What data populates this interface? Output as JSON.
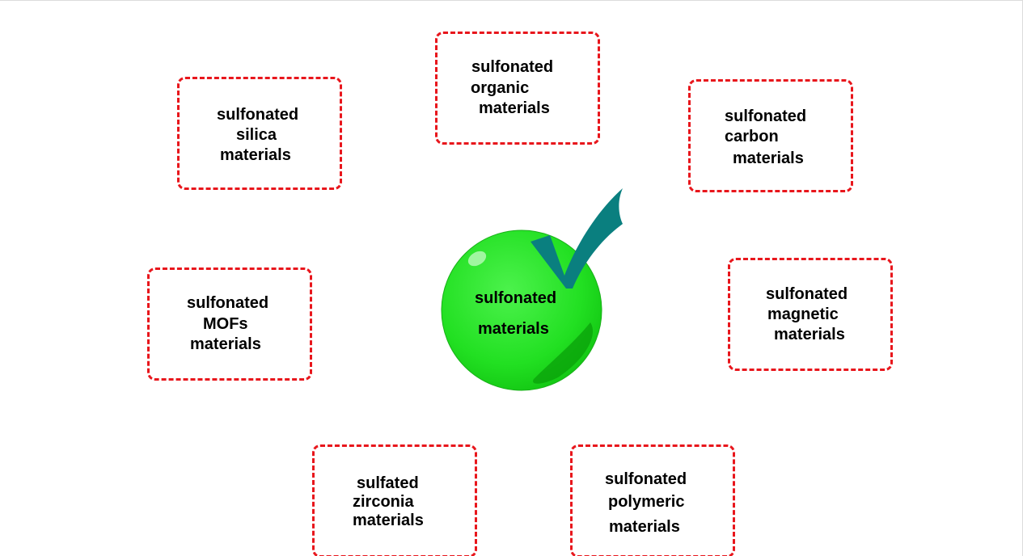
{
  "center": {
    "label_line1": "sulfonated",
    "label_line2": "materials",
    "sphere_color": "#22e022",
    "check_color": "#0a7f7f"
  },
  "box_border_color": "#e8161c",
  "boxes": [
    {
      "id": "organic",
      "lines": [
        "sulfonated",
        "organic",
        "materials"
      ]
    },
    {
      "id": "silica",
      "lines": [
        "sulfonated",
        "silica",
        "materials"
      ]
    },
    {
      "id": "carbon",
      "lines": [
        "sulfonated",
        "carbon",
        "materials"
      ]
    },
    {
      "id": "mofs",
      "lines": [
        "sulfonated",
        "MOFs",
        "materials"
      ]
    },
    {
      "id": "magnetic",
      "lines": [
        "sulfonated",
        "magnetic",
        "materials"
      ]
    },
    {
      "id": "zirconia",
      "lines": [
        "sulfated",
        "zirconia",
        "materials"
      ]
    },
    {
      "id": "polymeric",
      "lines": [
        "sulfonated",
        "polymeric",
        "materials"
      ]
    }
  ]
}
